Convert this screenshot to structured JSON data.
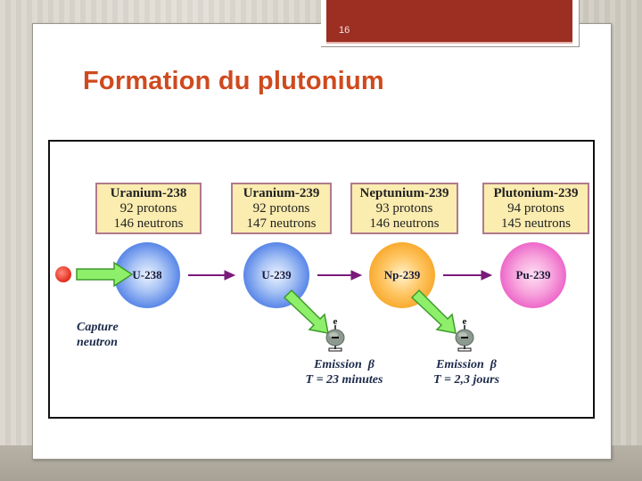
{
  "slide": {
    "number": "16",
    "title": "Formation du plutonium",
    "colors": {
      "number_bar": "#9c2e22",
      "title": "#cf4a1e"
    }
  },
  "diagram": {
    "isotopes": [
      {
        "name": "Uranium-238",
        "protons": "92 protons",
        "neutrons": "146 neutrons",
        "symbol": "U-238",
        "color": "#4f7fe6"
      },
      {
        "name": "Uranium-239",
        "protons": "92 protons",
        "neutrons": "147 neutrons",
        "symbol": "U-239",
        "color": "#4f7fe6"
      },
      {
        "name": "Neptunium-239",
        "protons": "93 protons",
        "neutrons": "146 neutrons",
        "symbol": "Np-239",
        "color": "#f6a21f"
      },
      {
        "name": "Plutonium-239",
        "protons": "94 protons",
        "neutrons": "145 neutrons",
        "symbol": "Pu-239",
        "color": "#ea55c4"
      }
    ],
    "capture_label_line1": "Capture",
    "capture_label_line2": "neutron",
    "emissions": [
      {
        "electron_label": "e",
        "charge": "−",
        "label": "Emission  β",
        "half_life": "T = 23 minutes"
      },
      {
        "electron_label": "e",
        "charge": "−",
        "label": "Emission  β",
        "half_life": "T = 2,3 jours"
      }
    ]
  }
}
